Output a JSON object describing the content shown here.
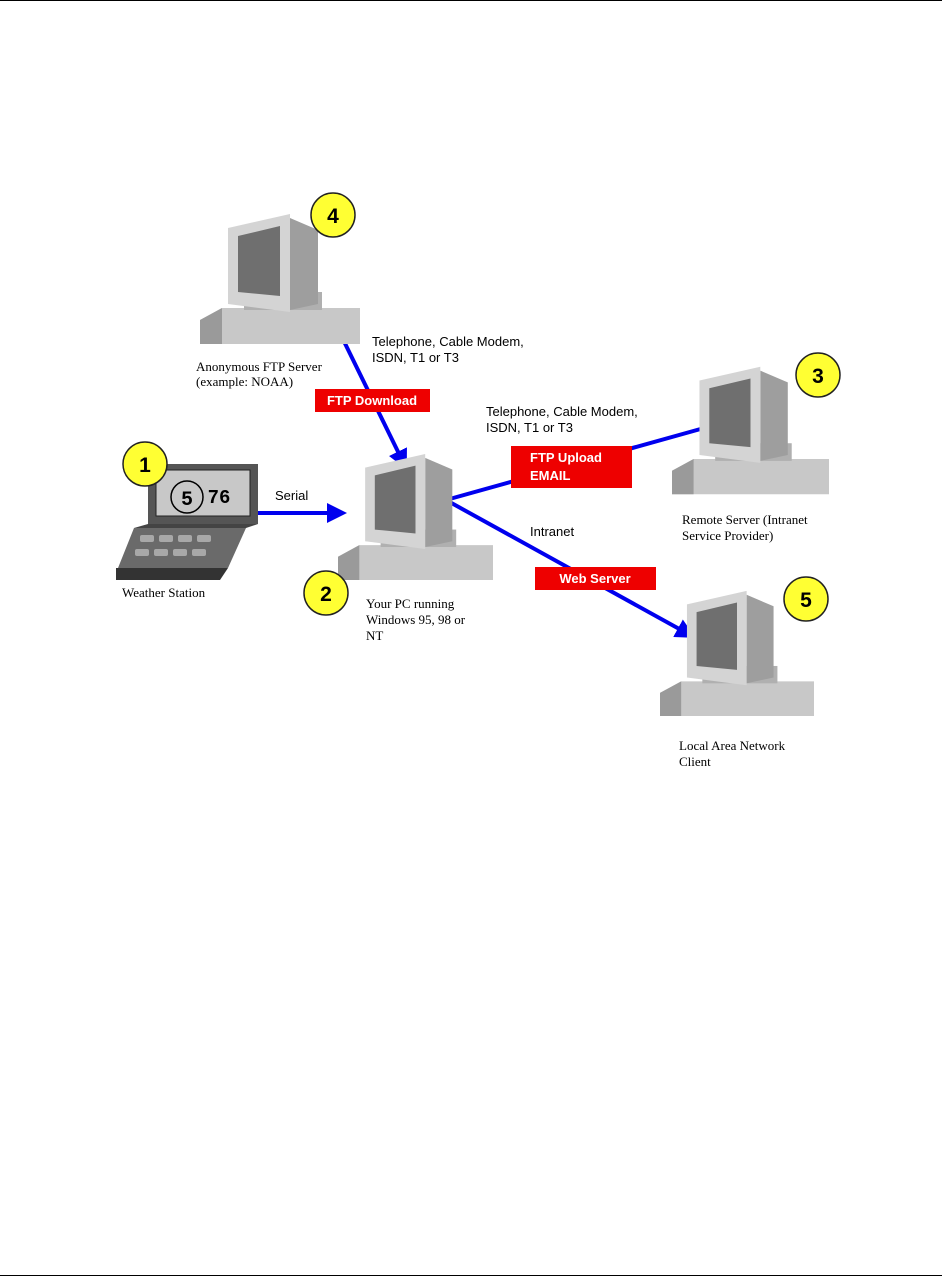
{
  "nodes": {
    "weather_station": {
      "number": "1",
      "label_lines": [
        "Weather Station"
      ],
      "display_left": "5",
      "display_right": "76"
    },
    "your_pc": {
      "number": "2",
      "label_lines": [
        "Your PC running",
        "Windows 95, 98 or",
        "NT"
      ]
    },
    "remote_server": {
      "number": "3",
      "label_lines": [
        "Remote Server (Intranet",
        "Service Provider)"
      ]
    },
    "ftp_server": {
      "number": "4",
      "label_lines": [
        "Anonymous FTP Server",
        "(example: NOAA)"
      ]
    },
    "lan_client": {
      "number": "5",
      "label_lines": [
        "Local Area Network",
        "Client"
      ]
    }
  },
  "connections": {
    "serial": {
      "label": "Serial"
    },
    "ftp_download": {
      "badge_lines": [
        "FTP Download"
      ],
      "label_lines": [
        "Telephone, Cable Modem,",
        "ISDN, T1 or T3"
      ]
    },
    "ftp_upload": {
      "badge_lines": [
        "FTP Upload",
        "EMAIL"
      ],
      "label_lines": [
        "Telephone, Cable Modem,",
        "ISDN, T1 or T3"
      ]
    },
    "web_server": {
      "badge_lines": [
        "Web Server"
      ],
      "label": "Intranet"
    }
  },
  "colors": {
    "arrow": "#0000ee",
    "badge": "#ee0000",
    "number_circle": "#ffff33"
  }
}
